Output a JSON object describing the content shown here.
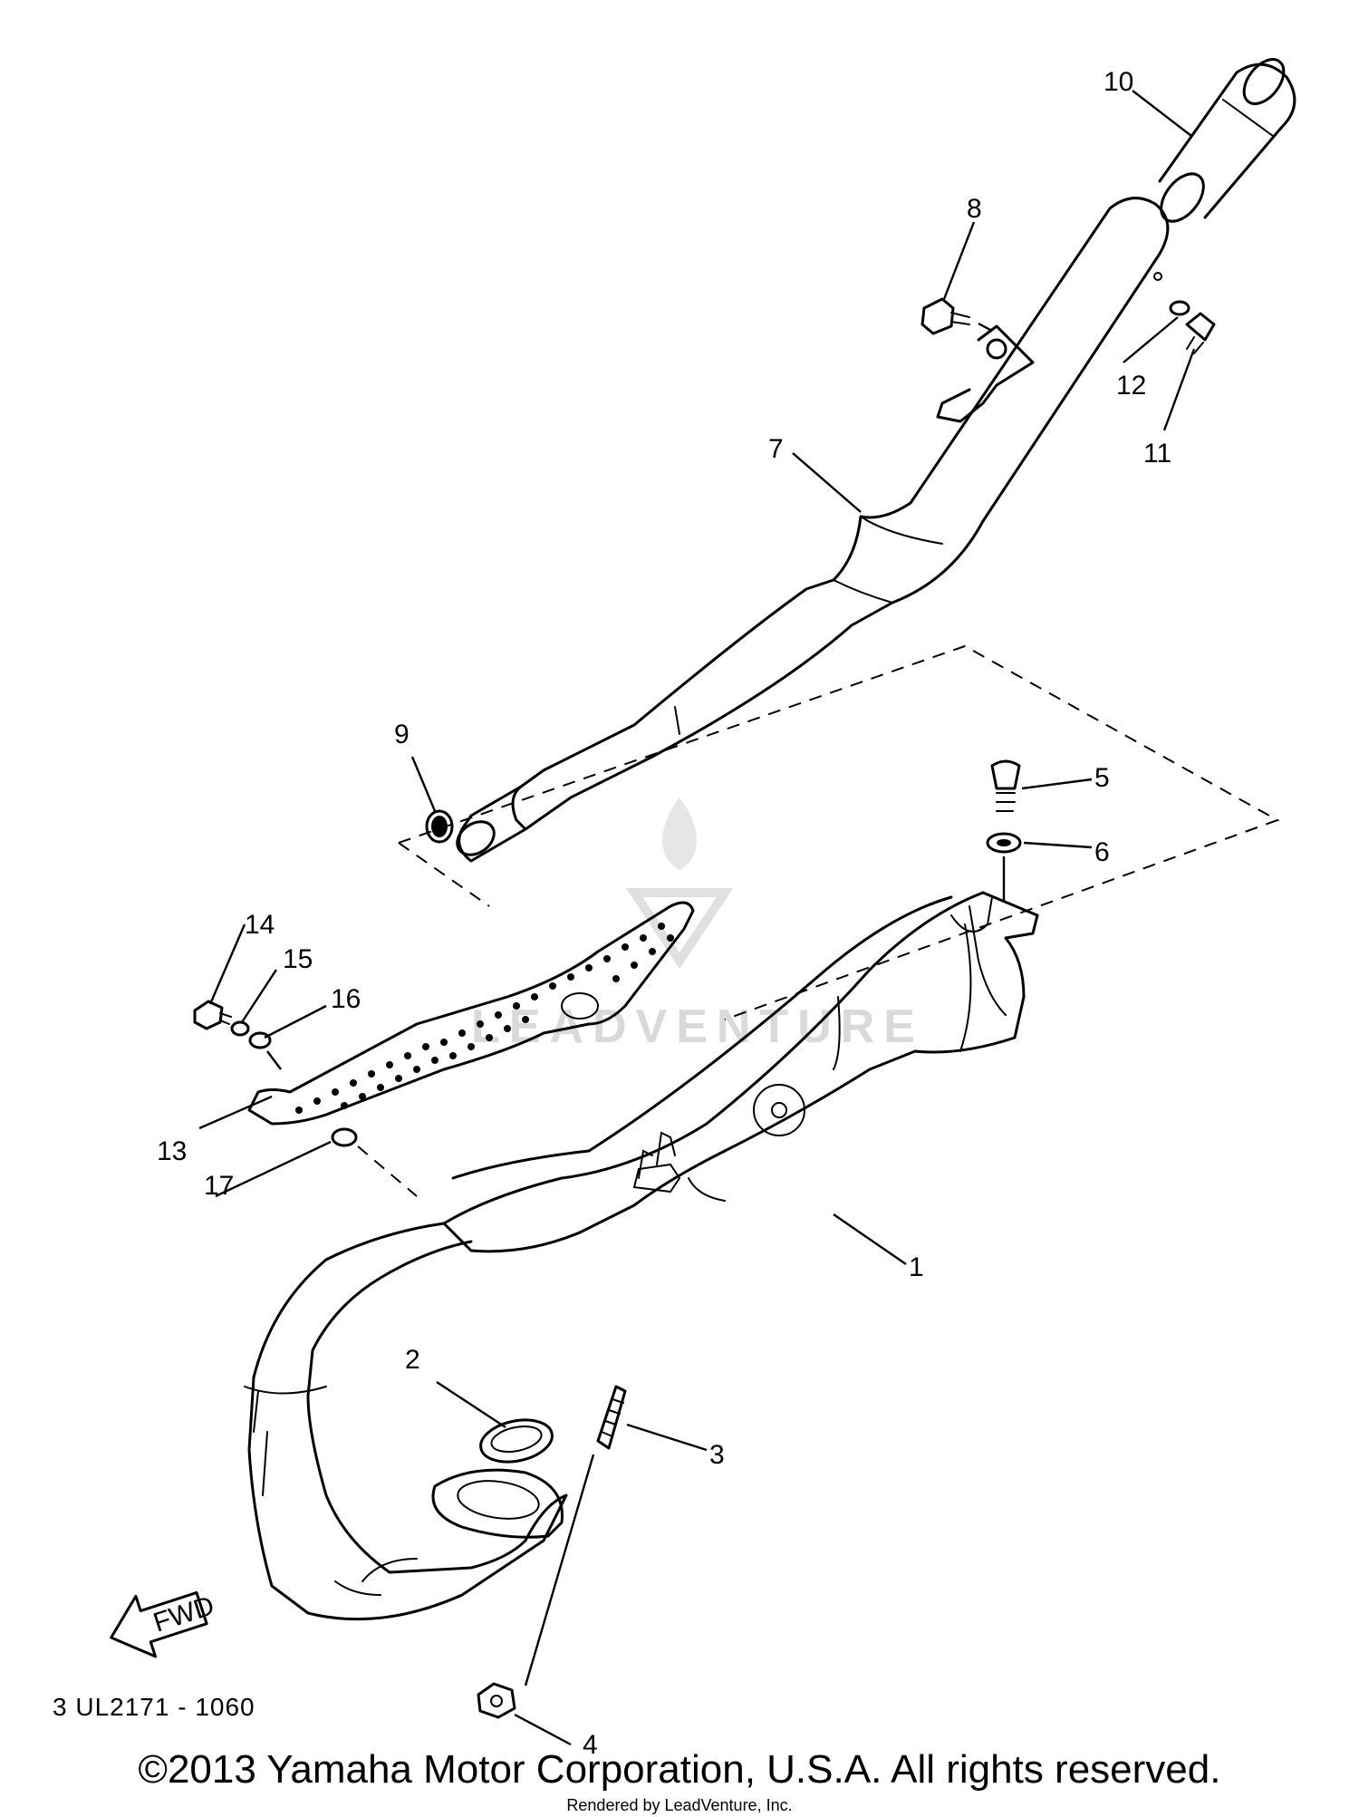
{
  "diagram": {
    "callouts": [
      {
        "id": "1",
        "label": "1"
      },
      {
        "id": "2",
        "label": "2"
      },
      {
        "id": "3",
        "label": "3"
      },
      {
        "id": "4",
        "label": "4"
      },
      {
        "id": "5",
        "label": "5"
      },
      {
        "id": "6",
        "label": "6"
      },
      {
        "id": "7",
        "label": "7"
      },
      {
        "id": "8",
        "label": "8"
      },
      {
        "id": "9",
        "label": "9"
      },
      {
        "id": "10",
        "label": "10"
      },
      {
        "id": "11",
        "label": "11"
      },
      {
        "id": "12",
        "label": "12"
      },
      {
        "id": "13",
        "label": "13"
      },
      {
        "id": "14",
        "label": "14"
      },
      {
        "id": "15",
        "label": "15"
      },
      {
        "id": "16",
        "label": "16"
      },
      {
        "id": "17",
        "label": "17"
      }
    ],
    "fwd_label": "FWD",
    "diagram_code": "3 UL2171 - 1060",
    "watermark_text": "LEADVENTURE"
  },
  "footer": {
    "copyright": "©2013 Yamaha Motor Corporation, U.S.A. All rights reserved.",
    "rendered_by": "Rendered by LeadVenture, Inc."
  }
}
